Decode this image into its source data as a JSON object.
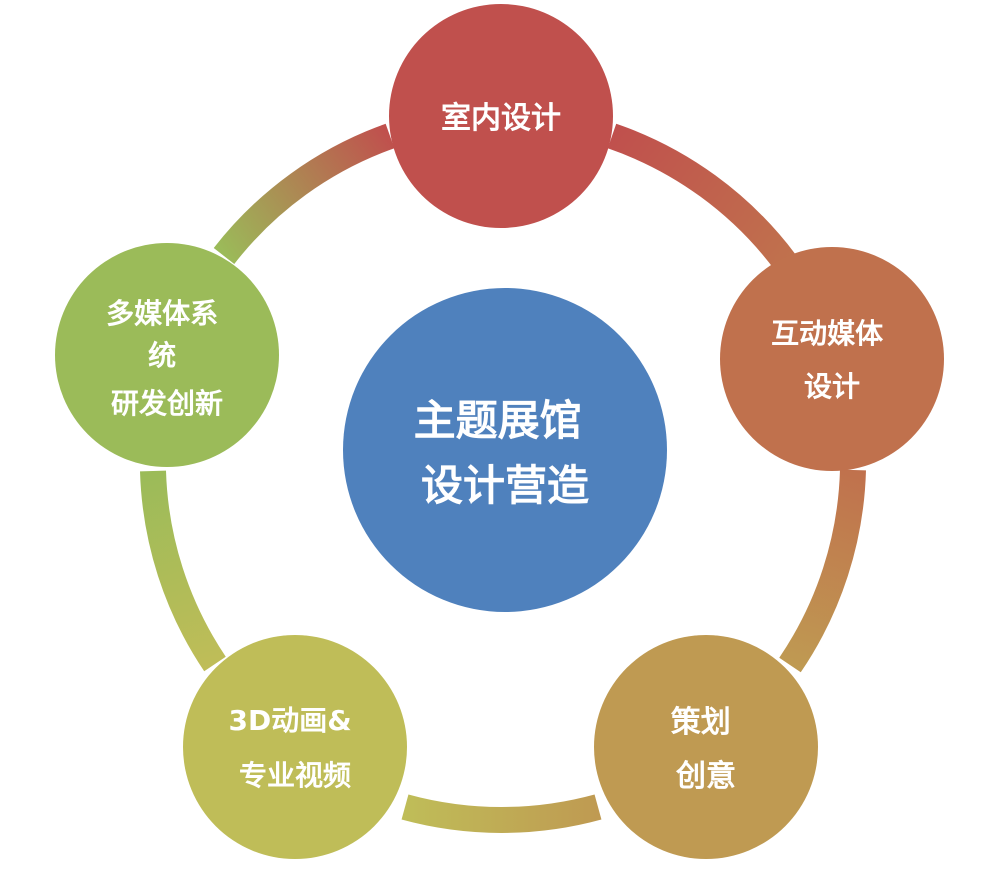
{
  "center": {
    "lines": [
      "主题展馆",
      "设计营造"
    ],
    "color": "#4f81bd"
  },
  "nodes": [
    {
      "id": "interior-design",
      "lines": [
        "室内设计"
      ],
      "color": "#c0504d"
    },
    {
      "id": "interactive-media-design",
      "lines": [
        "互动媒体",
        "设计"
      ],
      "color": "#c0714d"
    },
    {
      "id": "planning-creativity",
      "lines": [
        "策划",
        "创意"
      ],
      "color": "#bf9a52"
    },
    {
      "id": "animation-video",
      "lines": [
        "3D动画&",
        "专业视频"
      ],
      "color": "#bfbd58"
    },
    {
      "id": "multimedia-rd",
      "lines": [
        "多媒体系",
        "统",
        "研发创新"
      ],
      "color": "#9bbb59"
    }
  ],
  "ring_colors": [
    "#c0504d",
    "#c0714d",
    "#bf9a52",
    "#bfbd58",
    "#9bbb59"
  ]
}
